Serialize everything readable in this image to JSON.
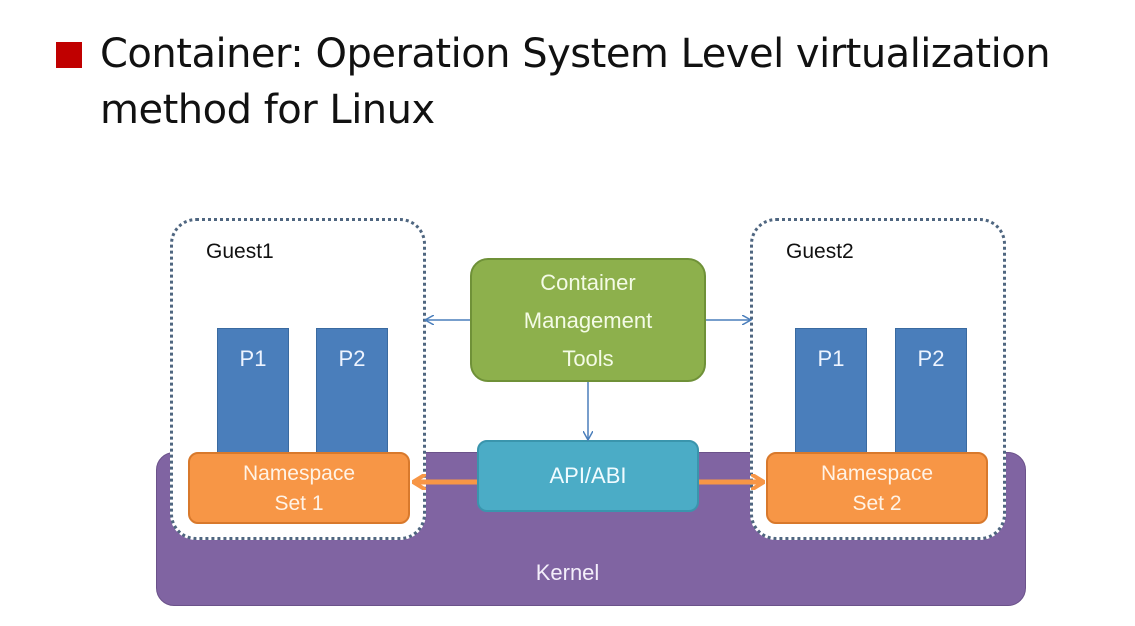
{
  "slide": {
    "bullet_color": "#c00000",
    "title_line1": "Container:  Operation System Level virtualization",
    "title_line2": "method for Linux"
  },
  "diagram": {
    "kernel": {
      "label": "Kernel",
      "color": "#8064a2"
    },
    "guests": [
      {
        "label": "Guest1",
        "processes": [
          "P1",
          "P2"
        ],
        "namespace_line1": "Namespace",
        "namespace_line2": "Set  1"
      },
      {
        "label": "Guest2",
        "processes": [
          "P1",
          "P2"
        ],
        "namespace_line1": "Namespace",
        "namespace_line2": "Set 2"
      }
    ],
    "management": {
      "line1": "Container",
      "line2": "Management",
      "line3": "Tools",
      "color": "#8db04c"
    },
    "api": {
      "label": "API/ABI",
      "color": "#4bacc6"
    },
    "process_color": "#4a7ebb",
    "namespace_color": "#f79646",
    "connections": [
      {
        "from": "Container Management Tools",
        "to": "Guest1"
      },
      {
        "from": "Container Management Tools",
        "to": "Guest2"
      },
      {
        "from": "Container Management Tools",
        "to": "API/ABI"
      },
      {
        "from": "API/ABI",
        "to": "Namespace Set 1"
      },
      {
        "from": "API/ABI",
        "to": "Namespace Set 2"
      }
    ]
  }
}
